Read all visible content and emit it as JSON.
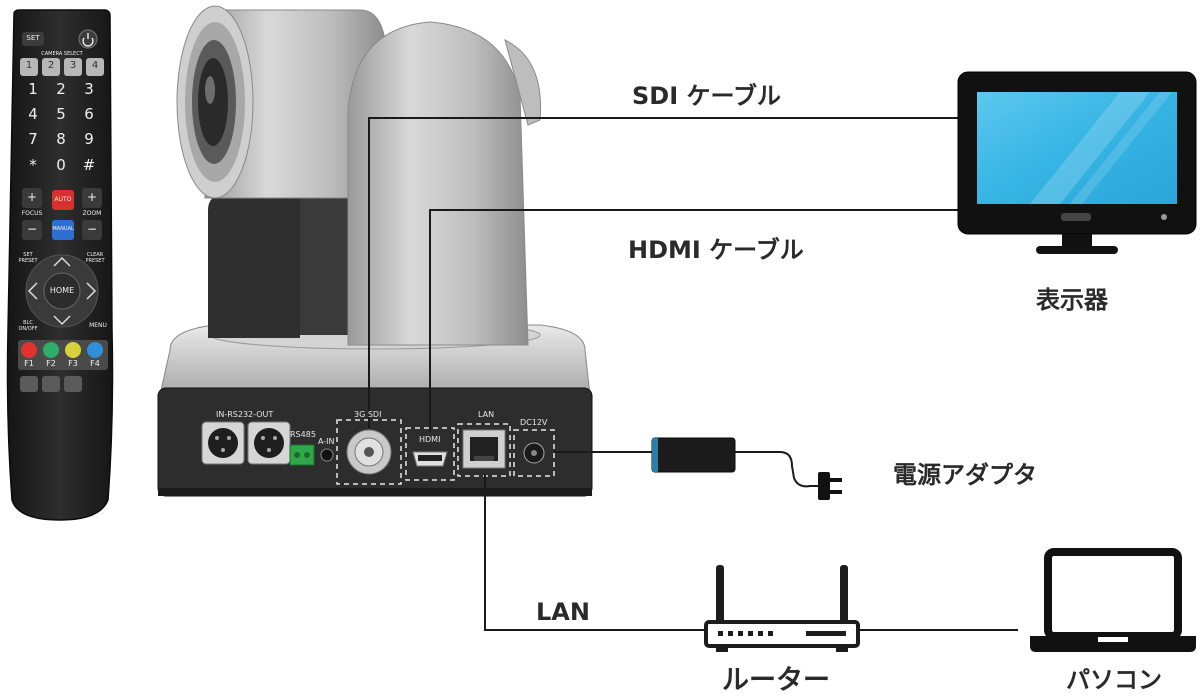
{
  "labels": {
    "sdi_cable": "SDI ケーブル",
    "hdmi_cable": "HDMI ケーブル",
    "display": "表示器",
    "power_adapter": "電源アダプタ",
    "lan": "LAN",
    "router": "ルーター",
    "pc": "パソコン"
  },
  "camera_ports": {
    "rs232": "IN-RS232-OUT",
    "rs485": "RS485",
    "audio_in": "A-IN",
    "sdi": "3G SDI",
    "hdmi": "HDMI",
    "lan": "LAN",
    "dc": "DC12V"
  },
  "remote": {
    "set": "SET",
    "camera_select": "CAMERA SELECT",
    "cam_keys": [
      "1",
      "2",
      "3",
      "4"
    ],
    "num_keys": [
      "1",
      "2",
      "3",
      "4",
      "5",
      "6",
      "7",
      "8",
      "9",
      "*",
      "0",
      "#"
    ],
    "focus": "FOCUS",
    "zoom": "ZOOM",
    "auto": "AUTO",
    "manual": "MANUAL",
    "set_preset": "SET PRESET",
    "clear_preset": "CLEAR PRESET",
    "home": "HOME",
    "blc": "BLC ON/OFF",
    "menu": "MENU",
    "f_keys": [
      "F1",
      "F2",
      "F3",
      "F4"
    ],
    "f_colors": [
      "#e0322f",
      "#2fae6a",
      "#d8d23a",
      "#2f8fd8"
    ]
  },
  "colors": {
    "line": "#1a1a1a",
    "monitor_screen": "#37b7e6",
    "camera_silver": "#c8c8c8",
    "camera_dark": "#2b2b2b"
  }
}
